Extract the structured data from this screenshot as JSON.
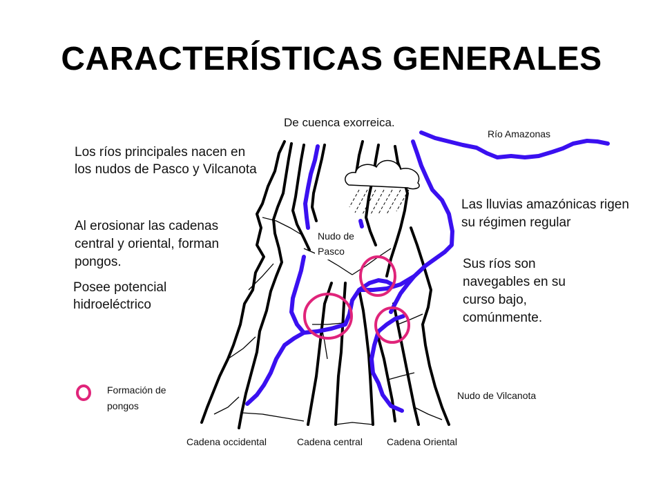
{
  "title": "CARACTERÍSTICAS GENERALES",
  "labels": {
    "exorreica": "De cuenca exorreica.",
    "amazonas": "Río Amazonas",
    "nacen_1": "Los ríos principales nacen en",
    "nacen_2": "los nudos de Pasco y Vilcanota",
    "erosion_1": "Al erosionar las cadenas",
    "erosion_2": "central y oriental, forman",
    "erosion_3": "pongos.",
    "potencial_1": "Posee potencial",
    "potencial_2": "hidroeléctrico",
    "lluvias_1": "Las lluvias amazónicas rigen",
    "lluvias_2": "su régimen regular",
    "navegables_1": "Sus ríos son",
    "navegables_2": "navegables en su",
    "navegables_3": "curso bajo,",
    "navegables_4": "comúnmente.",
    "nudo_pasco_1": "Nudo de",
    "nudo_pasco_2": "Pasco",
    "nudo_vilcanota": "Nudo de Vilcanota",
    "cadena_occidental": "Cadena occidental",
    "cadena_central": "Cadena central",
    "cadena_oriental": "Cadena Oriental",
    "legend_1": "Formación de",
    "legend_2": "pongos"
  },
  "colors": {
    "river": "#3a10f0",
    "pongo": "#e0247a",
    "mountain": "#000000"
  }
}
